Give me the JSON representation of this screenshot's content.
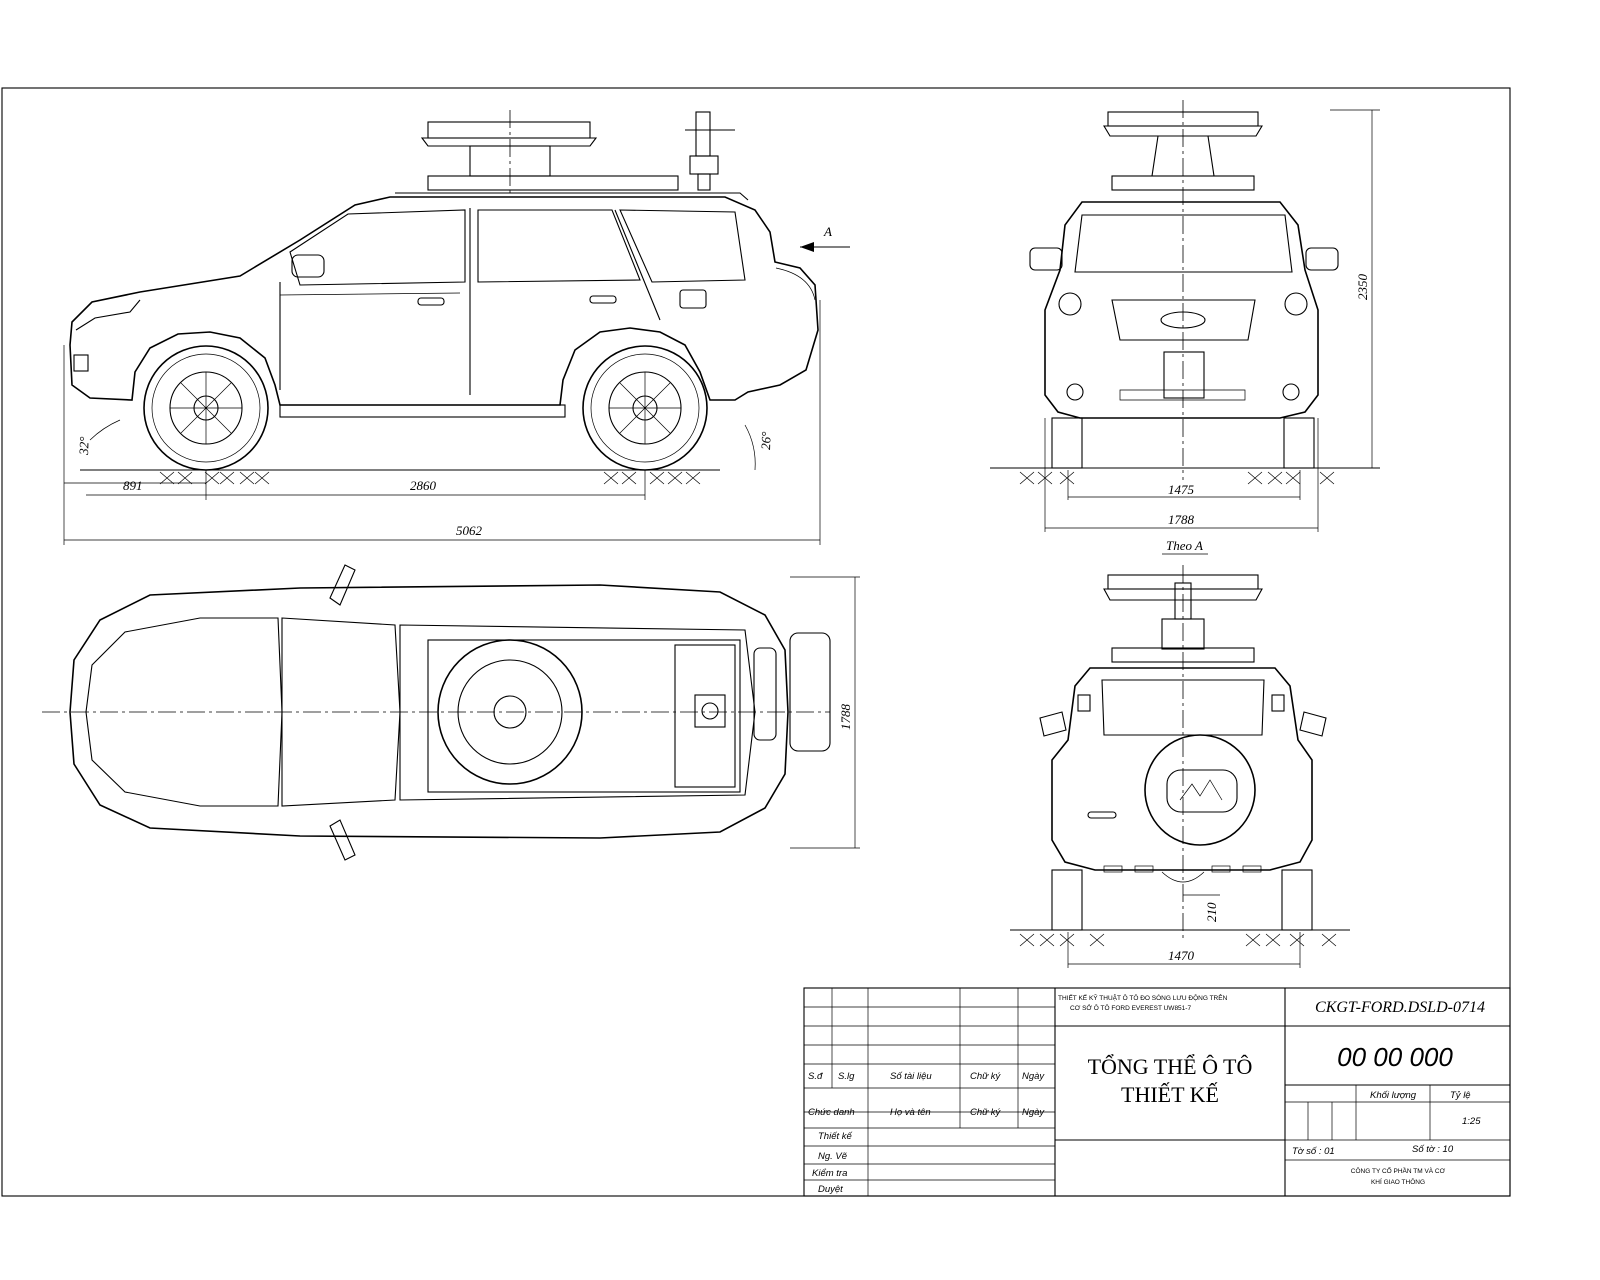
{
  "views": {
    "section_arrow": "A",
    "view_a_label": "Theo A",
    "side": {
      "d_overhang": "891",
      "d_wheelbase": "2860",
      "d_length": "5062",
      "angle_front": "32°",
      "angle_rear": "26°"
    },
    "front": {
      "d_height": "2350",
      "d_track": "1475",
      "d_width": "1788"
    },
    "top": {
      "d_width": "1788"
    },
    "rear": {
      "d_clearance": "210",
      "d_track": "1470"
    }
  },
  "title_block": {
    "project_desc_line1": "THIẾT KẾ KỸ THUẬT Ô TÔ ĐO SÓNG LƯU ĐỘNG TRÊN",
    "project_desc_line2": "CƠ SỞ Ô TÔ FORD EVEREST UW851-7",
    "drawing_code": "CKGT-FORD.DSLD-0714",
    "drawing_title_line1": "TỔNG THỂ Ô TÔ",
    "drawing_title_line2": "THIẾT KẾ",
    "drawing_number": "00 00 000",
    "hdr_sd": "S.đ",
    "hdr_slg": "S.lg",
    "hdr_so_tai_lieu": "Số tài liệu",
    "hdr_chu_ky": "Chữ ký",
    "hdr_ngay": "Ngày",
    "hdr_chuc_danh": "Chức danh",
    "hdr_ho_va_ten": "Họ và tên",
    "hdr_chu_ky2": "Chữ ký",
    "hdr_ngay2": "Ngày",
    "role_thiet_ke": "Thiết kế",
    "role_ng_ve": "Ng. Vẽ",
    "role_kiem_tra": "Kiểm tra",
    "role_duyet": "Duyệt",
    "khoi_luong": "Khối lượng",
    "ty_le": "Tỷ lệ",
    "scale": "1:25",
    "to_so": "Tờ số : 01",
    "so_to": "Số tờ : 10",
    "company_line1": "CÔNG TY CỔ PHẦN TM VÀ CƠ",
    "company_line2": "KHÍ GIAO THÔNG"
  }
}
